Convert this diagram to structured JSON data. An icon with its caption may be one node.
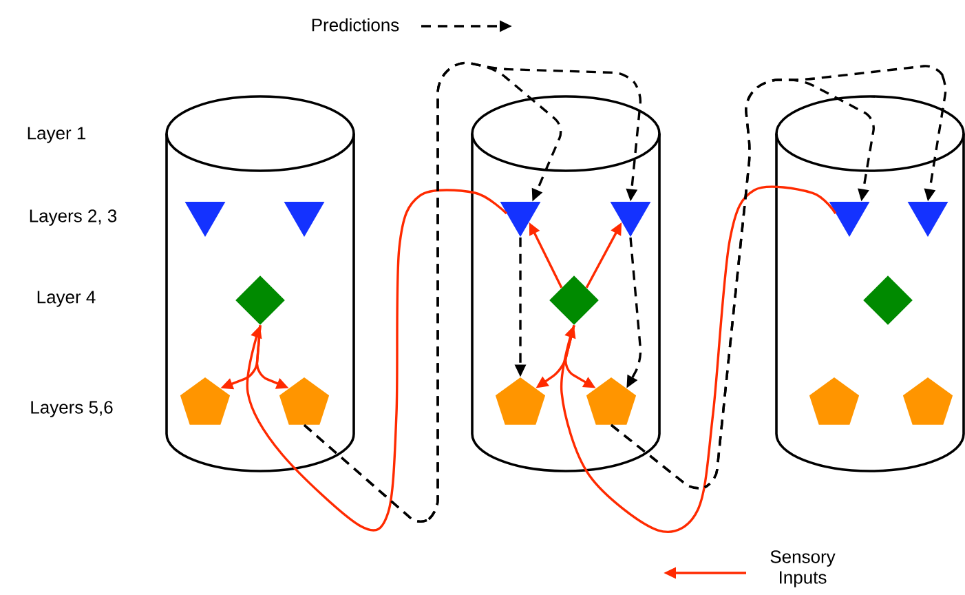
{
  "diagram": {
    "nodes": [
      {
        "text": [],
        "shape": "cylinder"
      },
      {
        "text": [],
        "shape": "triangle",
        "in": 0
      },
      {
        "text": [],
        "shape": "triangle",
        "in": 0
      },
      {
        "text": [],
        "shape": "diamond",
        "in": 0
      },
      {
        "text": [],
        "shape": "pentagon",
        "in": 0
      },
      {
        "text": [],
        "shape": "pentagon",
        "in": 0
      },
      {
        "text": [],
        "shape": "cylinder"
      },
      {
        "text": [],
        "shape": "triangle",
        "in": 6
      },
      {
        "text": [],
        "shape": "triangle",
        "in": 6
      },
      {
        "text": [],
        "shape": "diamond",
        "in": 6
      },
      {
        "text": [],
        "shape": "pentagon",
        "in": 6
      },
      {
        "text": [],
        "shape": "pentagon",
        "in": 6
      },
      {
        "text": [],
        "shape": "cylinder"
      },
      {
        "text": [],
        "shape": "triangle",
        "in": 12
      },
      {
        "text": [],
        "shape": "triangle",
        "in": 12
      },
      {
        "text": [],
        "shape": "diamond",
        "in": 12
      },
      {
        "text": [],
        "shape": "pentagon",
        "in": 12
      },
      {
        "text": [],
        "shape": "pentagon",
        "in": 12
      }
    ],
    "edges": [
      {
        "from": 7,
        "to": 3,
        "arrow": "to"
      },
      {
        "from": 3,
        "to": 4,
        "arrow": "to"
      },
      {
        "from": 3,
        "to": 5,
        "arrow": "to"
      },
      {
        "from": 5,
        "to": 7,
        "arrow": "to",
        "style": "dashed",
        "color": "#000000"
      },
      {
        "from": 5,
        "to": 8,
        "arrow": "to",
        "style": "dashed",
        "color": "#000000"
      },
      {
        "from": 9,
        "to": 7,
        "arrow": "to"
      },
      {
        "from": 9,
        "to": 8,
        "arrow": "to"
      },
      {
        "from": 7,
        "to": 10,
        "arrow": "to",
        "style": "dashed",
        "color": "#000000"
      },
      {
        "from": 8,
        "to": 11,
        "arrow": "to",
        "style": "dashed",
        "color": "#000000"
      },
      {
        "from": 13,
        "to": 9,
        "arrow": "to"
      },
      {
        "from": 9,
        "to": 10,
        "arrow": "to"
      },
      {
        "from": 9,
        "to": 11,
        "arrow": "to"
      },
      {
        "from": 11,
        "to": 13,
        "arrow": "to",
        "style": "dashed",
        "color": "#000000"
      },
      {
        "from": 11,
        "to": 14,
        "arrow": "to",
        "style": "dashed",
        "color": "#000000"
      }
    ],
    "labels": [
      "Layer 1",
      "Layers 2, 3",
      "Layer 4",
      "Layers 5,6"
    ],
    "legend": [
      {
        "text": "Predictions"
      },
      {
        "text": "Sensory Inputs"
      }
    ]
  }
}
